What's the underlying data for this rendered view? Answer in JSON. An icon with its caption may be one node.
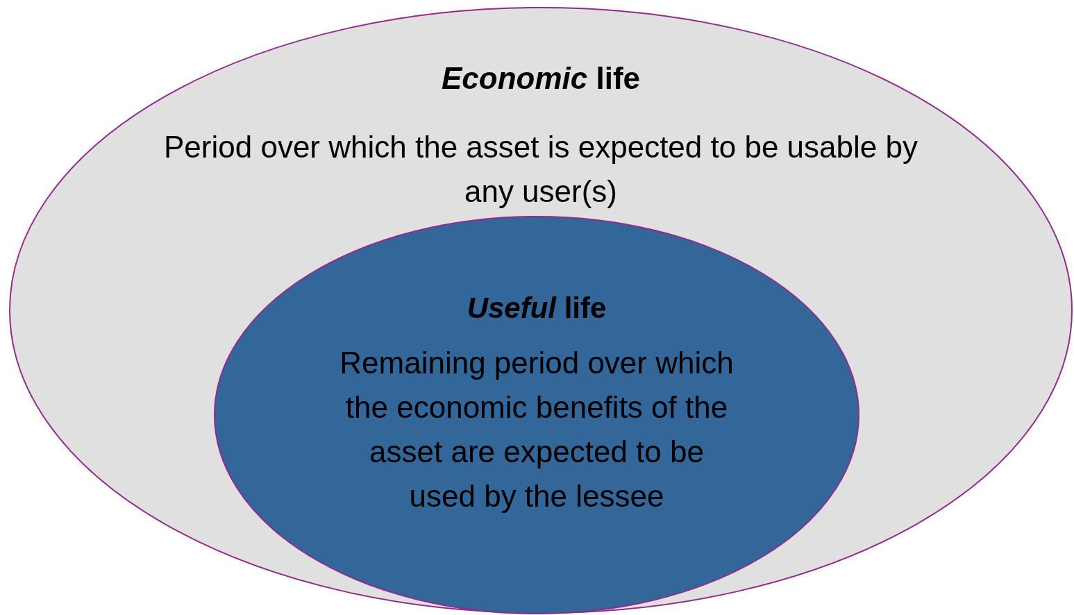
{
  "diagram": {
    "nodes": [
      {
        "text": [
          "*Economic* life",
          "Period over which the asset is expected to be usable by any user(s)"
        ]
      },
      {
        "text": [
          "*Useful* life",
          "Remaining period over which the economic benefits of the asset are expected to be used by the lessee"
        ],
        "in": 0
      }
    ]
  }
}
